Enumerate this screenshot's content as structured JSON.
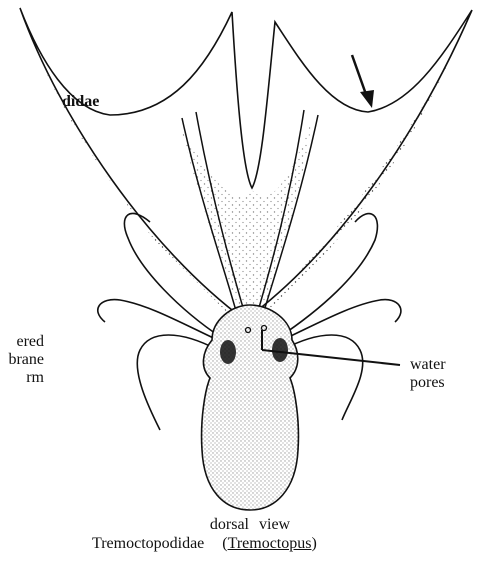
{
  "labels": {
    "family_fragment": "didae",
    "membrane_line1": "ered",
    "membrane_line2": "brane",
    "membrane_line3": "rm",
    "pores_line1": "water",
    "pores_line2": "pores",
    "view": "dorsal view",
    "caption_family": "Tremoctopodidae",
    "caption_genus_open": "(",
    "caption_genus": "Tremoctopus",
    "caption_genus_close": ")"
  },
  "colors": {
    "ink": "#111111",
    "background": "#ffffff"
  }
}
